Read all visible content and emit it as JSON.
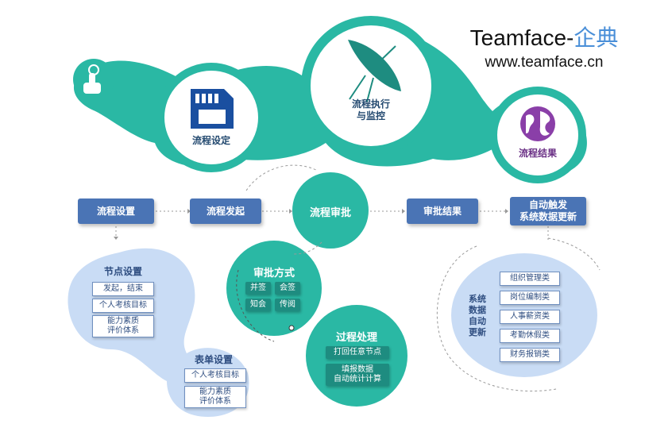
{
  "brand": {
    "name": "Teamface-",
    "name_cn": "企典",
    "url": "www.teamface.cn"
  },
  "top_circles": [
    {
      "label": "流程设定",
      "icon": "sd-card-icon"
    },
    {
      "label": "流程执行\n与监控",
      "icon": "satellite-dish-icon"
    },
    {
      "label": "流程结果",
      "icon": "globe-icon"
    }
  ],
  "flow": {
    "setup": "流程设置",
    "initiate": "流程发起",
    "approval": "流程审批",
    "result": "审批结果",
    "auto_update": "自动触发\n系统数据更新"
  },
  "approval_method": {
    "title": "审批方式",
    "items": [
      "并签",
      "会签",
      "知会",
      "传阅"
    ]
  },
  "process_handling": {
    "title": "过程处理",
    "items": [
      "打回任意节点",
      "填报数据\n自动统计计算"
    ]
  },
  "node_settings": {
    "title": "节点设置",
    "items": [
      "发起，结束",
      "个人考核目标",
      "能力素质\n评价体系"
    ]
  },
  "form_settings": {
    "title": "表单设置",
    "items": [
      "个人考核目标",
      "能力素质\n评价体系"
    ]
  },
  "system_update": {
    "title": "系统\n数据\n自动\n更新",
    "items": [
      "组织管理类",
      "岗位编制类",
      "人事薪资类",
      "考勤休假类",
      "财务报销类"
    ]
  },
  "colors": {
    "teal": "#2ab8a4",
    "teal_dark": "#1e8c80",
    "blue_box": "#4a74b5",
    "light_blue": "#c9dcf5",
    "brand_cn": "#4a8fd8"
  }
}
